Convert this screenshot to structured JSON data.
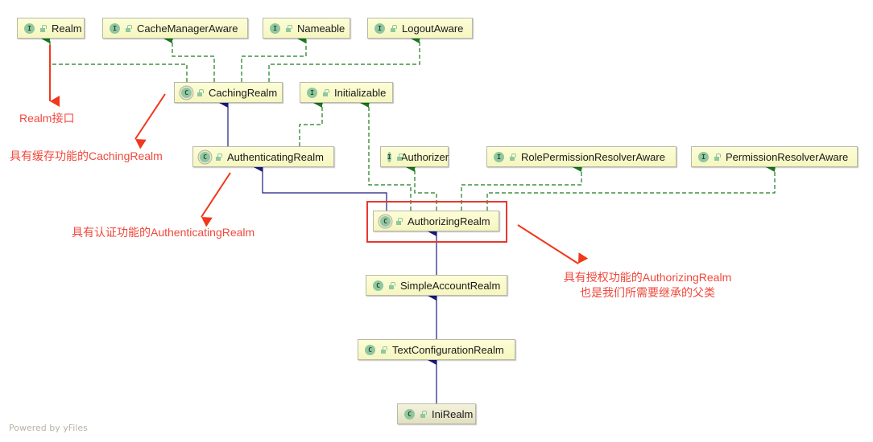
{
  "diagram": {
    "nodes": [
      {
        "id": "realm",
        "label": "Realm",
        "kind": "interface",
        "badge": "I"
      },
      {
        "id": "cache-manager-aware",
        "label": "CacheManagerAware",
        "kind": "interface",
        "badge": "I"
      },
      {
        "id": "nameable",
        "label": "Nameable",
        "kind": "interface",
        "badge": "I"
      },
      {
        "id": "logout-aware",
        "label": "LogoutAware",
        "kind": "interface",
        "badge": "I"
      },
      {
        "id": "caching-realm",
        "label": "CachingRealm",
        "kind": "abstract-class",
        "badge": "C"
      },
      {
        "id": "initializable",
        "label": "Initializable",
        "kind": "interface",
        "badge": "I"
      },
      {
        "id": "authenticating-realm",
        "label": "AuthenticatingRealm",
        "kind": "abstract-class",
        "badge": "C"
      },
      {
        "id": "authorizer",
        "label": "Authorizer",
        "kind": "interface",
        "badge": "I"
      },
      {
        "id": "role-permission-resolver-aware",
        "label": "RolePermissionResolverAware",
        "kind": "interface",
        "badge": "I"
      },
      {
        "id": "permission-resolver-aware",
        "label": "PermissionResolverAware",
        "kind": "interface",
        "badge": "I"
      },
      {
        "id": "authorizing-realm",
        "label": "AuthorizingRealm",
        "kind": "abstract-class",
        "badge": "C"
      },
      {
        "id": "simple-account-realm",
        "label": "SimpleAccountRealm",
        "kind": "class",
        "badge": "C"
      },
      {
        "id": "text-configuration-realm",
        "label": "TextConfigurationRealm",
        "kind": "class",
        "badge": "C"
      },
      {
        "id": "ini-realm",
        "label": "IniRealm",
        "kind": "class",
        "badge": "C"
      }
    ],
    "edges": [
      {
        "from": "caching-realm",
        "to": "realm",
        "type": "implements"
      },
      {
        "from": "caching-realm",
        "to": "cache-manager-aware",
        "type": "implements"
      },
      {
        "from": "caching-realm",
        "to": "nameable",
        "type": "implements"
      },
      {
        "from": "caching-realm",
        "to": "logout-aware",
        "type": "implements"
      },
      {
        "from": "authenticating-realm",
        "to": "caching-realm",
        "type": "extends"
      },
      {
        "from": "authenticating-realm",
        "to": "initializable",
        "type": "implements"
      },
      {
        "from": "authorizing-realm",
        "to": "authenticating-realm",
        "type": "extends"
      },
      {
        "from": "authorizing-realm",
        "to": "initializable",
        "type": "implements"
      },
      {
        "from": "authorizing-realm",
        "to": "authorizer",
        "type": "implements"
      },
      {
        "from": "authorizing-realm",
        "to": "role-permission-resolver-aware",
        "type": "implements"
      },
      {
        "from": "authorizing-realm",
        "to": "permission-resolver-aware",
        "type": "implements"
      },
      {
        "from": "simple-account-realm",
        "to": "authorizing-realm",
        "type": "extends"
      },
      {
        "from": "text-configuration-realm",
        "to": "simple-account-realm",
        "type": "extends"
      },
      {
        "from": "ini-realm",
        "to": "text-configuration-realm",
        "type": "extends"
      }
    ],
    "colors": {
      "extends": "#1a1a80",
      "implements": "#1a7a1a",
      "annotation": "#f0483c"
    }
  },
  "annotations": {
    "realm_interface": "Realm接口",
    "caching_realm": "具有缓存功能的CachingRealm",
    "authenticating_realm": "具有认证功能的AuthenticatingRealm",
    "authorizing_realm_line1": "具有授权功能的AuthorizingRealm",
    "authorizing_realm_line2": "也是我们所需要继承的父类"
  },
  "footer": "Powered by yFiles"
}
